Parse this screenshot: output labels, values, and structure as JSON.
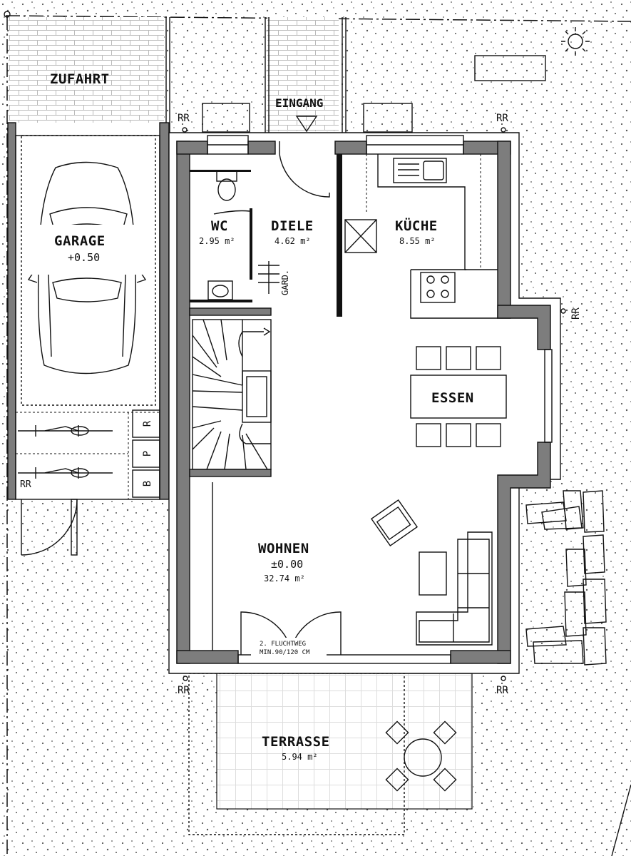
{
  "plan": {
    "zufahrt": "ZUFAHRT",
    "eingang": "EINGANG",
    "garage": {
      "name": "GARAGE",
      "level": "+0.50"
    },
    "wc": {
      "name": "WC",
      "area": "2.95 m²"
    },
    "diele": {
      "name": "DIELE",
      "area": "4.62 m²"
    },
    "kueche": {
      "name": "KÜCHE",
      "area": "8.55 m²"
    },
    "essen": "ESSEN",
    "wohnen": {
      "name": "WOHNEN",
      "level": "±0.00",
      "area": "32.74 m²"
    },
    "terrasse": {
      "name": "TERRASSE",
      "area": "5.94 m²"
    },
    "garderobe": "GARD.",
    "fluchtweg": {
      "line1": "2. FLUCHTWEG",
      "line2": "MIN.90/120 CM"
    },
    "rr": "RR",
    "storage": [
      "R",
      "P",
      "B"
    ]
  },
  "colors": {
    "wall": "#7d7d7d",
    "line": "#111111",
    "background": "#ffffff"
  }
}
